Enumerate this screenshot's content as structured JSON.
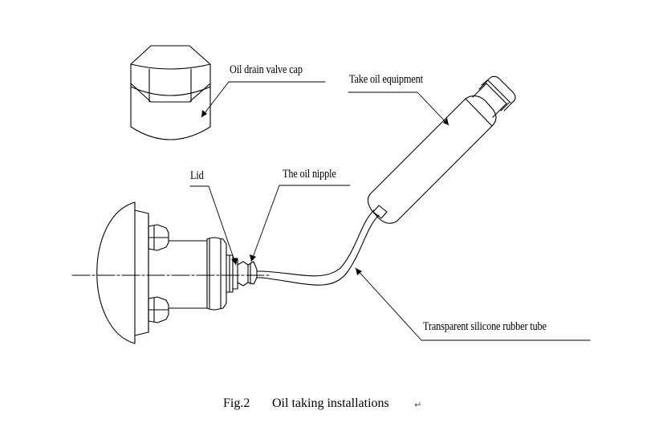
{
  "labels": {
    "valve_cap": "Oil drain valve cap",
    "equipment": "Take oil equipment",
    "lid": "Lid",
    "nipple": "The oil nipple",
    "tube": "Transparent silicone rubber tube"
  },
  "caption": {
    "fig": "Fig.2",
    "text": "Oil taking installations",
    "mark": "↵"
  },
  "colors": {
    "line": "#000000",
    "background": "#ffffff"
  }
}
